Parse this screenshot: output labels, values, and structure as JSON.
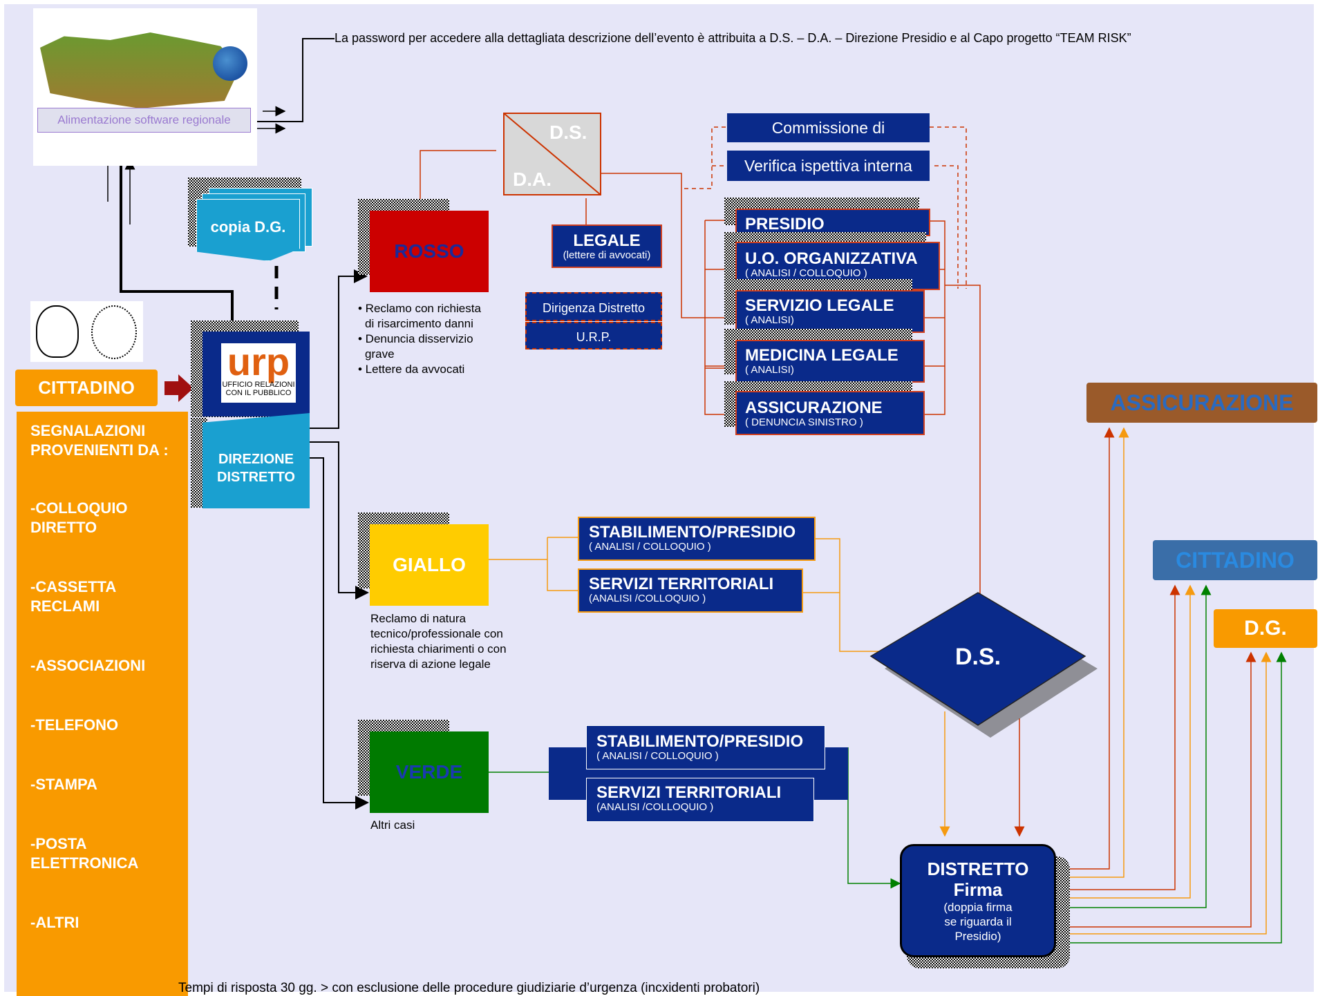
{
  "note_password": "La password per accedere alla dettagliata descrizione dell’evento è attribuita a D.S. – D.A. – Direzione Presidio e al Capo progetto “TEAM RISK”",
  "software_label": "Alimentazione software regionale",
  "copia_dg": "copia D.G.",
  "urp_logo": "urp",
  "urp_sub1": "UFFICIO RELAZIONI",
  "urp_sub2": "CON IL PUBBLICO",
  "direzione": [
    "DIREZIONE",
    "DISTRETTO"
  ],
  "cittadino_left": "CITTADINO",
  "segnalazioni": {
    "title": [
      "SEGNALAZIONI",
      "PROVENIENTI DA :"
    ],
    "items": [
      [
        "-COLLOQUIO",
        "DIRETTO"
      ],
      [
        "-CASSETTA",
        "RECLAMI"
      ],
      [
        "-ASSOCIAZIONI"
      ],
      [
        "-TELEFONO"
      ],
      [
        "-STAMPA"
      ],
      [
        "-POSTA",
        "ELETTRONICA"
      ],
      [
        "-ALTRI"
      ]
    ]
  },
  "rosso": {
    "label": "ROSSO",
    "notes": [
      "• Reclamo con richiesta",
      "  di risarcimento danni",
      "• Denuncia disservizio",
      "  grave",
      "• Lettere da avvocati"
    ]
  },
  "giallo": {
    "label": "GIALLO",
    "notes": [
      "Reclamo di natura",
      "tecnico/professionale con",
      "richiesta chiarimenti o con",
      "riserva di azione legale"
    ]
  },
  "verde": {
    "label": "VERDE",
    "notes": "Altri casi"
  },
  "ds_da": {
    "ds": "D.S.",
    "da": "D.A."
  },
  "legale": {
    "title": "LEGALE",
    "sub": "(lettere di avvocati)"
  },
  "dirigenza": "Dirigenza Distretto",
  "urp_box": "U.R.P.",
  "commissione": "Commissione di",
  "verifica": "Verifica ispettiva interna",
  "rosso_boxes": [
    {
      "title": "PRESIDIO",
      "sub": ""
    },
    {
      "title": "U.O. ORGANIZZATIVA",
      "sub": "( ANALISI / COLLOQUIO )"
    },
    {
      "title": "SERVIZIO LEGALE",
      "sub": "( ANALISI)"
    },
    {
      "title": "MEDICINA  LEGALE",
      "sub": "( ANALISI)"
    },
    {
      "title": "ASSICURAZIONE",
      "sub": "( DENUNCIA SINISTRO )"
    }
  ],
  "giallo_boxes": [
    {
      "title": "STABILIMENTO/PRESIDIO",
      "sub": "( ANALISI / COLLOQUIO )"
    },
    {
      "title": "SERVIZI TERRITORIALI",
      "sub": "(ANALISI /COLLOQUIO )"
    }
  ],
  "verde_boxes": [
    {
      "title": "STABILIMENTO/PRESIDIO",
      "sub": "( ANALISI / COLLOQUIO )"
    },
    {
      "title": "SERVIZI TERRITORIALI",
      "sub": "(ANALISI /COLLOQUIO )"
    }
  ],
  "ds_diamond": "D.S.",
  "distretto": {
    "title": "DISTRETTO",
    "firma": "Firma",
    "note": [
      "(doppia firma",
      "se riguarda il",
      "Presidio)"
    ]
  },
  "out_assicurazione": "ASSICURAZIONE",
  "out_cittadino": "CITTADINO",
  "out_dg": "D.G.",
  "footer": "Tempi di risposta 30 gg. > con esclusione delle procedure giudiziarie d’urgenza (incxidenti probatori)",
  "colors": {
    "orange": "#f99a00",
    "navy": "#0a2a8a",
    "red": "#cc0000",
    "yellow": "#ffcc00",
    "green": "#007a00",
    "brown": "#9a5a2a",
    "steel": "#3a6ea8",
    "urp_blue": "#1aa0d0"
  }
}
